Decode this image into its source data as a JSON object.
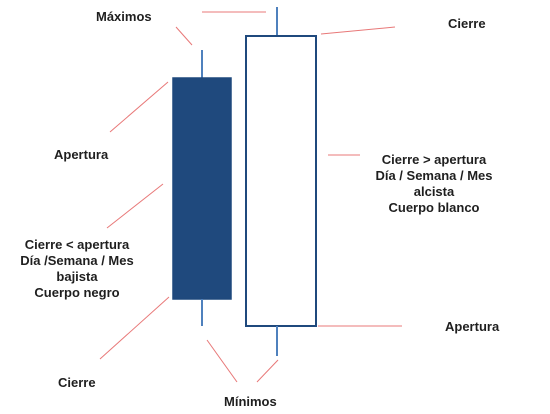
{
  "labels": {
    "maximos": "Máximos",
    "cierre_top": "Cierre",
    "apertura_left": "Apertura",
    "bullish_lines": [
      "Cierre > apertura",
      "Día / Semana / Mes",
      "alcista",
      "Cuerpo blanco"
    ],
    "bearish_lines": [
      "Cierre < apertura",
      "Día /Semana / Mes",
      "bajista",
      "Cuerpo negro"
    ],
    "apertura_right": "Apertura",
    "cierre_bottom": "Cierre",
    "minimos": "Mínimos"
  },
  "colors": {
    "bear_body": "#1f497d",
    "bull_body": "#ffffff",
    "outline": "#1f497d",
    "wick": "#4f81bd",
    "leader": "#e87878"
  }
}
